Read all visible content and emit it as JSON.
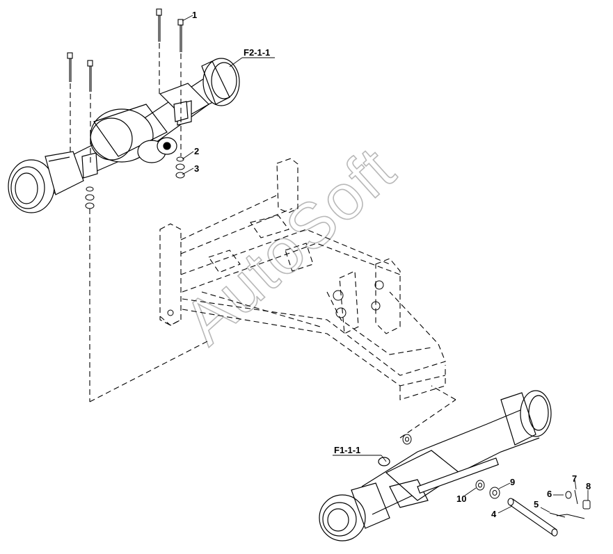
{
  "diagram": {
    "watermark": "AutoSoft",
    "references": {
      "rear_axle": "F2-1-1",
      "front_axle": "F1-1-1"
    },
    "callouts": [
      "1",
      "2",
      "3",
      "4",
      "5",
      "6",
      "7",
      "8",
      "9",
      "10"
    ]
  }
}
